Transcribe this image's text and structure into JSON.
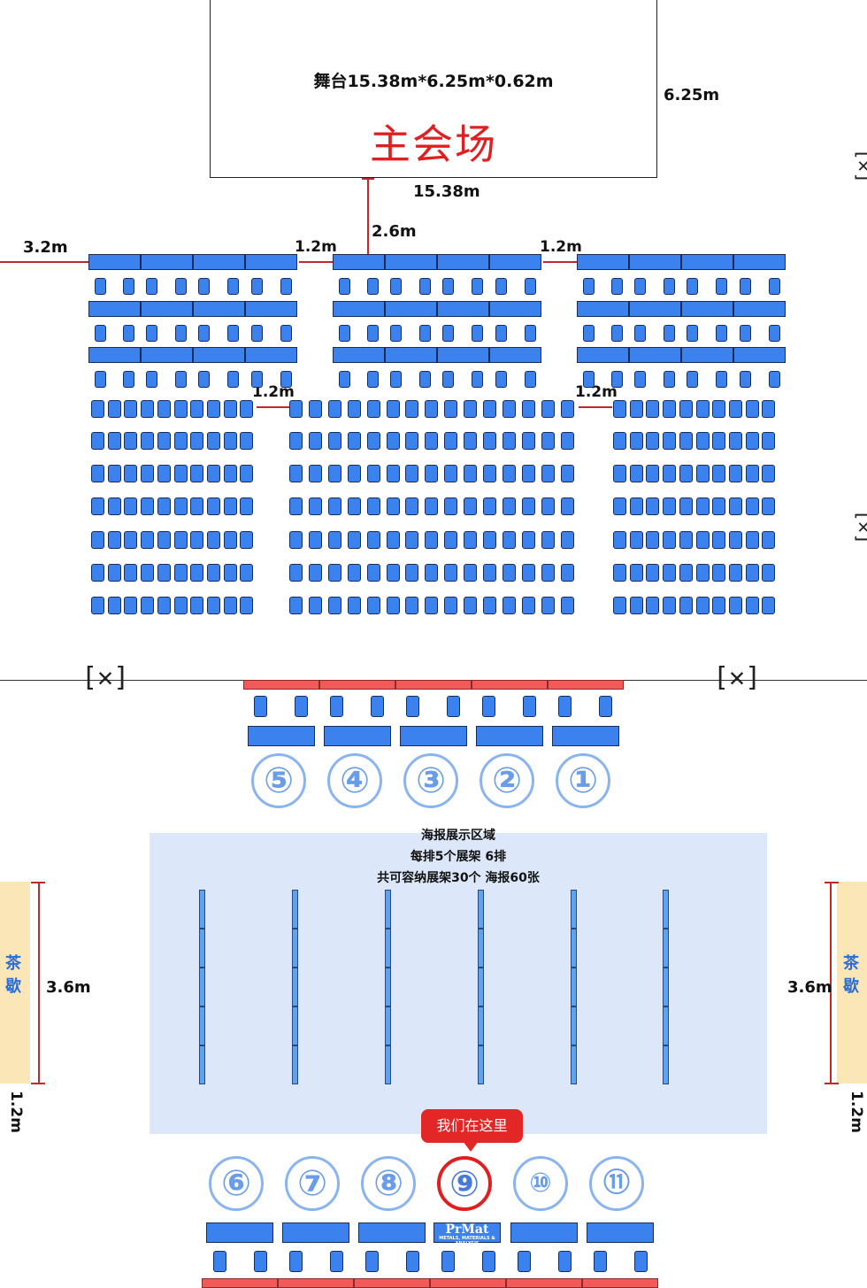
{
  "stage": {
    "dimensions": "舞台15.38m*6.25m*0.62m",
    "title": "主会场",
    "height_label": "6.25m",
    "width_label": "15.38m"
  },
  "measurements": {
    "left_margin": "3.2m",
    "stage_gap": "2.6m",
    "aisle_left_top": "1.2m",
    "aisle_right_top": "1.2m",
    "aisle_left_mid": "1.2m",
    "aisle_right_mid": "1.2m",
    "tea_left_height": "3.6m",
    "tea_right_height": "3.6m",
    "tea_left_gap": "1.2m",
    "tea_right_gap": "1.2m"
  },
  "booths_top": [
    "⑤",
    "④",
    "③",
    "②",
    "①"
  ],
  "booths_bottom": [
    "⑥",
    "⑦",
    "⑧",
    "⑨",
    "⑩",
    "⑪"
  ],
  "poster_area": {
    "title": "海报展示区域",
    "line1": "每排5个展架 6排",
    "line2": "共可容纳展架30个 海报60张"
  },
  "tea_break": {
    "left": "茶歇",
    "right": "茶歇"
  },
  "callout": "我们在这里",
  "logo": {
    "name": "PrMat",
    "tagline": "METALS, MATERIALS & ANALYSIS"
  },
  "colors": {
    "table_blue": "#3b82ee",
    "table_red": "#f25a5a",
    "stage_title": "#e02020",
    "booth_number": "#6a9de8",
    "poster_bg": "#dce8fa",
    "tea_bg": "#fbe6b8"
  },
  "icons": [
    "camera-icon"
  ]
}
